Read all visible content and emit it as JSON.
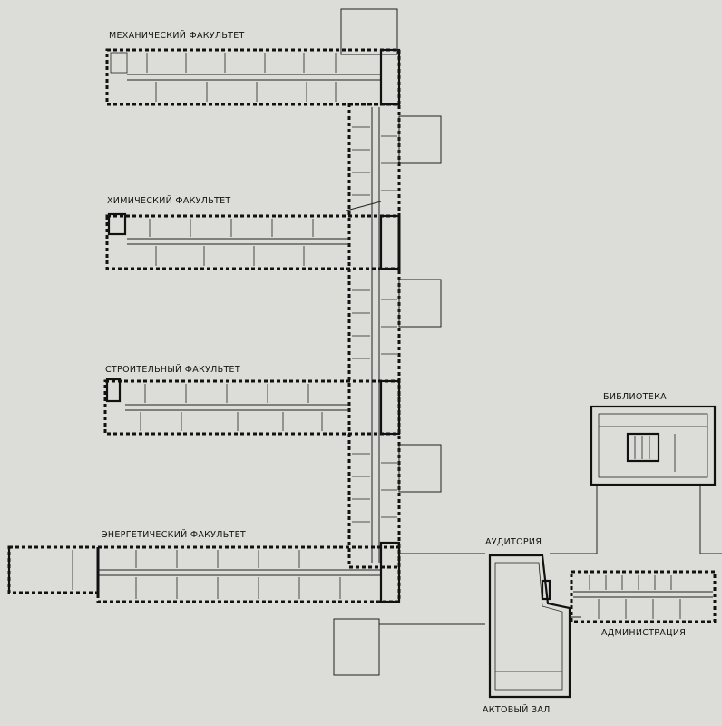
{
  "labels": {
    "mechanical": "МЕХАНИЧЕСКИЙ ФАКУЛЬТЕТ",
    "chemical": "ХИМИЧЕСКИЙ ФАКУЛЬТЕТ",
    "construction": "СТРОИТЕЛЬНЫЙ ФАКУЛЬТЕТ",
    "energy": "ЭНЕРГЕТИЧЕСКИЙ ФАКУЛЬТЕТ",
    "library": "БИБЛИОТЕКА",
    "auditorium": "АУДИТОРИЯ",
    "administration": "АДМИНИСТРАЦИЯ",
    "assembly_hall": "АКТОВЫЙ ЗАЛ"
  }
}
